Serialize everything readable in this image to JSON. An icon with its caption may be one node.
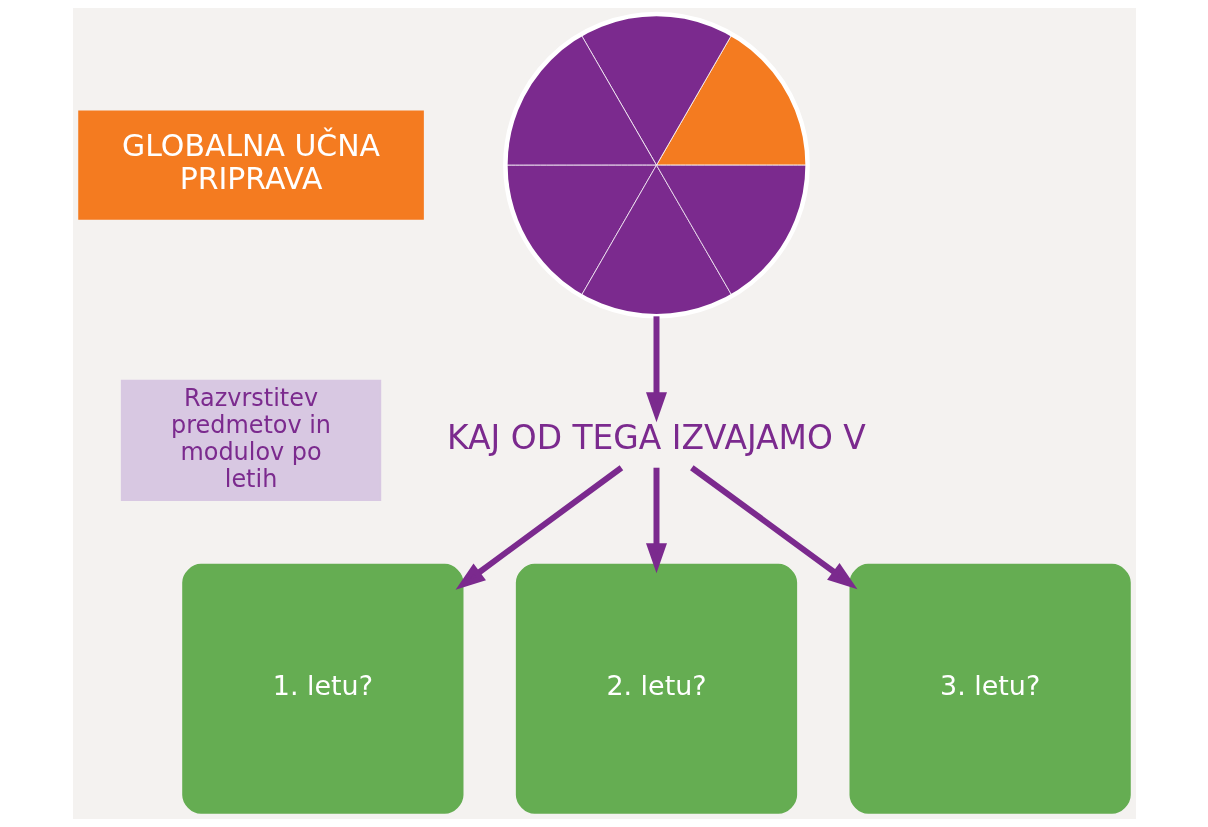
{
  "diagram": {
    "nodes": [
      {
        "text": [
          "GLOBALNA UČNA PRIPRAVA"
        ]
      },
      {
        "text": [
          "Razvrstitev predmetov in modulov po letih"
        ]
      },
      {
        "text": [],
        "shape": "circle"
      },
      {
        "text": [
          "KAJ OD TEGA IZVAJAMO V"
        ]
      },
      {
        "text": [
          "1. letu?"
        ]
      },
      {
        "text": [
          "2. letu?"
        ]
      },
      {
        "text": [
          "3. letu?"
        ]
      }
    ],
    "edges": [
      {
        "from": 2,
        "to": 3,
        "arrow": "to"
      },
      {
        "from": 3,
        "to": 4,
        "arrow": "to"
      },
      {
        "from": 3,
        "to": 5,
        "arrow": "to"
      },
      {
        "from": 3,
        "to": 6,
        "arrow": "to"
      }
    ]
  }
}
